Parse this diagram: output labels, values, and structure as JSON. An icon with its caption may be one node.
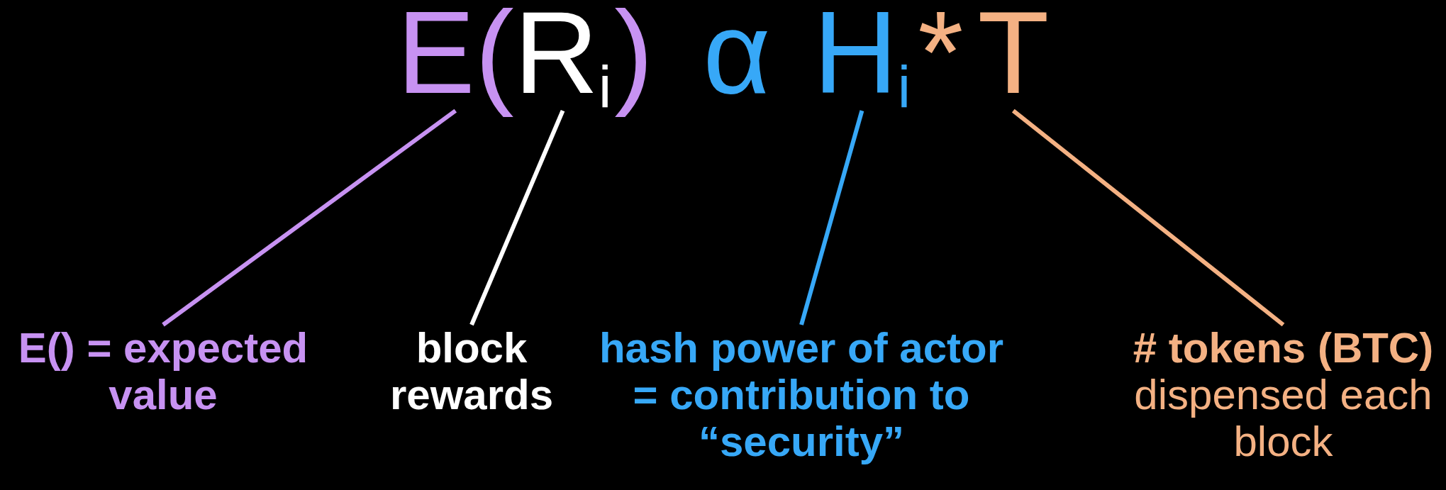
{
  "diagram": {
    "nodes": [
      {
        "text": [
          "E("
        ]
      },
      {
        "text": [
          "R$_{i}$"
        ]
      },
      {
        "text": [
          ")"
        ]
      },
      {
        "text": [
          "α"
        ]
      },
      {
        "text": [
          "H$_{i}$"
        ]
      },
      {
        "text": [
          "*"
        ]
      },
      {
        "text": [
          "T"
        ]
      },
      {
        "text": [
          "E() = expected value"
        ]
      },
      {
        "text": [
          "block rewards"
        ]
      },
      {
        "text": [
          "hash power of actor = contribution to “security”"
        ]
      },
      {
        "text": [
          "**# tokens (BTC)** dispensed each block"
        ]
      }
    ],
    "edges": [
      {
        "from": 7,
        "to": 0,
        "arrow": "none",
        "color": "#c792f2"
      },
      {
        "from": 8,
        "to": 1,
        "arrow": "none",
        "color": "#ffffff"
      },
      {
        "from": 9,
        "to": 4,
        "arrow": "none",
        "color": "#37a8f7"
      },
      {
        "from": 10,
        "to": 6,
        "arrow": "none",
        "color": "#f4b183"
      }
    ]
  }
}
